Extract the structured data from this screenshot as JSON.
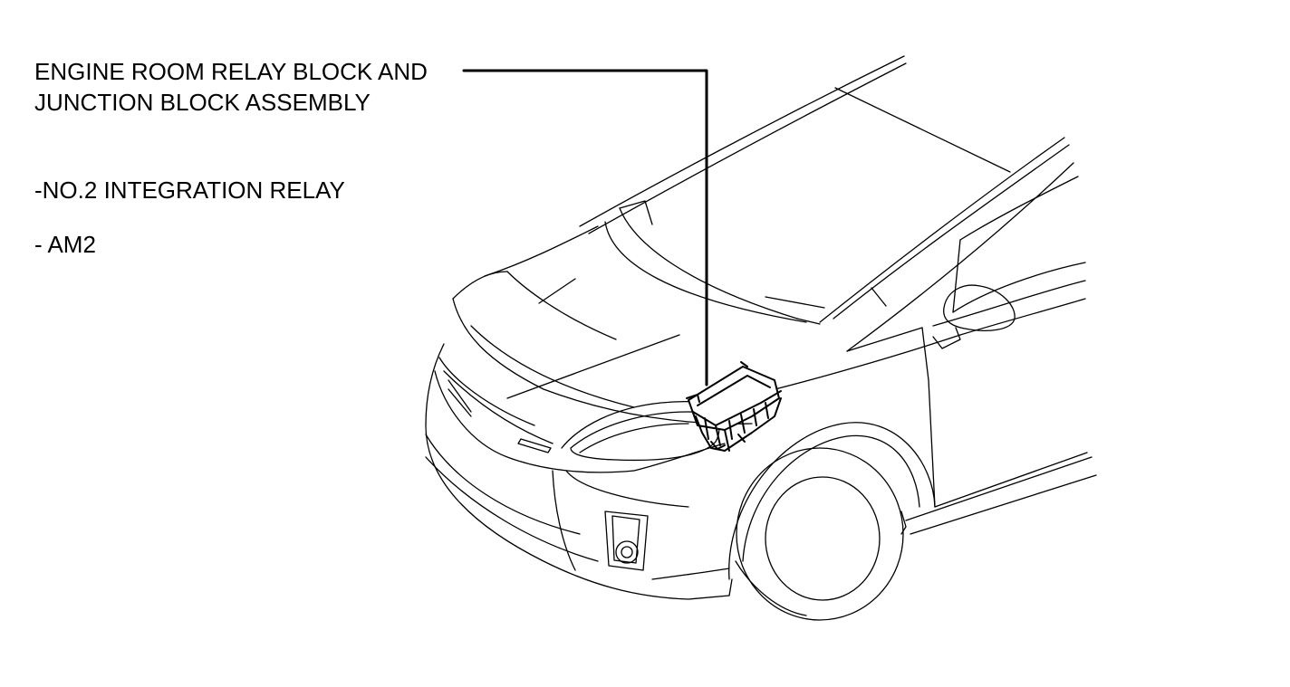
{
  "callout": {
    "title_line1": "ENGINE ROOM RELAY BLOCK AND",
    "title_line2": "JUNCTION BLOCK ASSEMBLY",
    "items": [
      {
        "label": "-NO.2 INTEGRATION RELAY"
      },
      {
        "label": "- AM2"
      }
    ]
  },
  "colors": {
    "line": "#000000",
    "background": "#ffffff"
  }
}
